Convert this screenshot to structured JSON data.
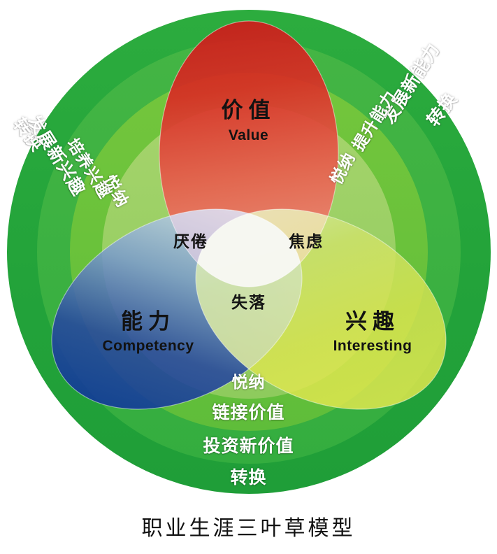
{
  "title": "职业生涯三叶草模型",
  "caption": "职业生涯三叶草模型",
  "colors": {
    "ring_outer": "#22a63c",
    "ring_mid": "#3cb043",
    "ring_inner": "#6cc43a",
    "ring_core": "#9ed066",
    "value_red_top": "#d41f1f",
    "value_red_bottom": "#ef7f6e",
    "competency_blue_dark": "#1d3fa0",
    "competency_blue_light": "#b9cfe4",
    "interest_green": "#cfe03f",
    "interest_yellow": "#e8ea5c",
    "label_white": "#ffffff",
    "label_dark": "#121212"
  },
  "circles": [
    {
      "id": "value",
      "cn": "价值",
      "en": "Value",
      "color": "#e0453a"
    },
    {
      "id": "competency",
      "cn": "能力",
      "en": "Competency",
      "color": "#2a56b0"
    },
    {
      "id": "interest",
      "cn": "兴趣",
      "en": "Interesting",
      "color": "#d5e24a"
    }
  ],
  "intersections": [
    {
      "id": "value-competency",
      "label": "厌倦"
    },
    {
      "id": "value-interest",
      "label": "焦虑"
    },
    {
      "id": "center",
      "label": "失落"
    }
  ],
  "rings": {
    "left": {
      "outer": "转换",
      "second": "发展新兴趣",
      "third": "培养兴趣",
      "inner": "悦纳"
    },
    "right": {
      "outer": "转换",
      "second": "发展新能力",
      "third": "提升能力",
      "inner": "悦纳"
    },
    "bottom": {
      "inner": "悦纳",
      "third": "链接价值",
      "second": "投资新价值",
      "outer": "转换"
    }
  },
  "chart_data": {
    "type": "venn",
    "title": "职业生涯三叶草模型",
    "sets": [
      {
        "name": "价值",
        "name_en": "Value",
        "position": "top",
        "color": "#e0453a"
      },
      {
        "name": "能力",
        "name_en": "Competency",
        "position": "bottom-left",
        "color": "#2a56b0"
      },
      {
        "name": "兴趣",
        "name_en": "Interesting",
        "position": "bottom-right",
        "color": "#d5e24a"
      }
    ],
    "intersections": [
      {
        "sets": [
          "价值",
          "能力"
        ],
        "label": "厌倦"
      },
      {
        "sets": [
          "价值",
          "兴趣"
        ],
        "label": "焦虑"
      },
      {
        "sets": [
          "价值",
          "能力",
          "兴趣"
        ],
        "label": "失落"
      }
    ],
    "annotation_rings": [
      {
        "side": "left",
        "labels": [
          "转换",
          "发展新兴趣",
          "培养兴趣",
          "悦纳"
        ]
      },
      {
        "side": "right",
        "labels": [
          "转换",
          "发展新能力",
          "提升能力",
          "悦纳"
        ]
      },
      {
        "side": "bottom",
        "labels": [
          "转换",
          "投资新价值",
          "链接价值",
          "悦纳"
        ]
      }
    ]
  }
}
